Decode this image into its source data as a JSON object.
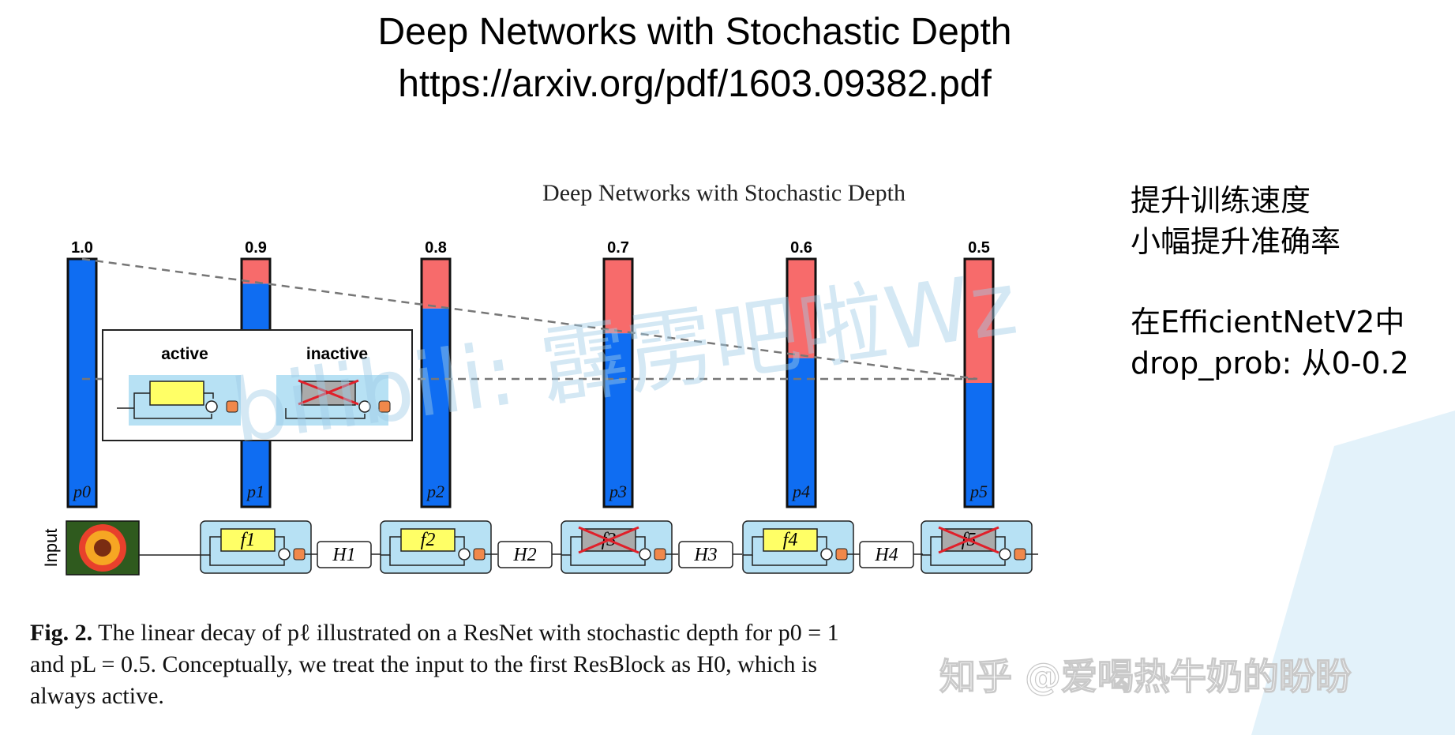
{
  "slide": {
    "title": "Deep Networks with Stochastic Depth",
    "url": "https://arxiv.org/pdf/1603.09382.pdf"
  },
  "figure": {
    "heading": "Deep Networks with Stochastic Depth",
    "bars": [
      {
        "value_label": "1.0",
        "p_label": "p0",
        "survival": 1.0
      },
      {
        "value_label": "0.9",
        "p_label": "p1",
        "survival": 0.9
      },
      {
        "value_label": "0.8",
        "p_label": "p2",
        "survival": 0.8
      },
      {
        "value_label": "0.7",
        "p_label": "p3",
        "survival": 0.7
      },
      {
        "value_label": "0.6",
        "p_label": "p4",
        "survival": 0.6
      },
      {
        "value_label": "0.5",
        "p_label": "p5",
        "survival": 0.5
      }
    ],
    "legend": {
      "active": "active",
      "inactive": "inactive"
    },
    "input_label": "Input",
    "blocks": [
      {
        "f": "f1",
        "active": true
      },
      {
        "f": "f2",
        "active": true
      },
      {
        "f": "f3",
        "active": false
      },
      {
        "f": "f4",
        "active": true
      },
      {
        "f": "f5",
        "active": false
      }
    ],
    "hidden": [
      "H1",
      "H2",
      "H3",
      "H4"
    ],
    "colors": {
      "survive": "#0f6df2",
      "drop": "#f76b6b",
      "block_bg": "#b7e1f4",
      "func": "#ffff66",
      "node": "#f0884b"
    }
  },
  "caption": {
    "fig": "Fig. 2.",
    "line1": "The linear decay of pℓ illustrated on a ResNet with stochastic depth for p0 = 1",
    "line2": "and pL = 0.5. Conceptually, we treat the input to the first ResBlock as H0, which is",
    "line3": "always active."
  },
  "notes": {
    "line1": "提升训练速度",
    "line2": "小幅提升准确率",
    "line3": "在EfficientNetV2中",
    "line4": "drop_prob: 从0-0.2"
  },
  "watermarks": {
    "bilibili": "bilibili: 霹雳吧啦Wz",
    "zhihu": "知乎 @爱喝热牛奶的盼盼"
  }
}
